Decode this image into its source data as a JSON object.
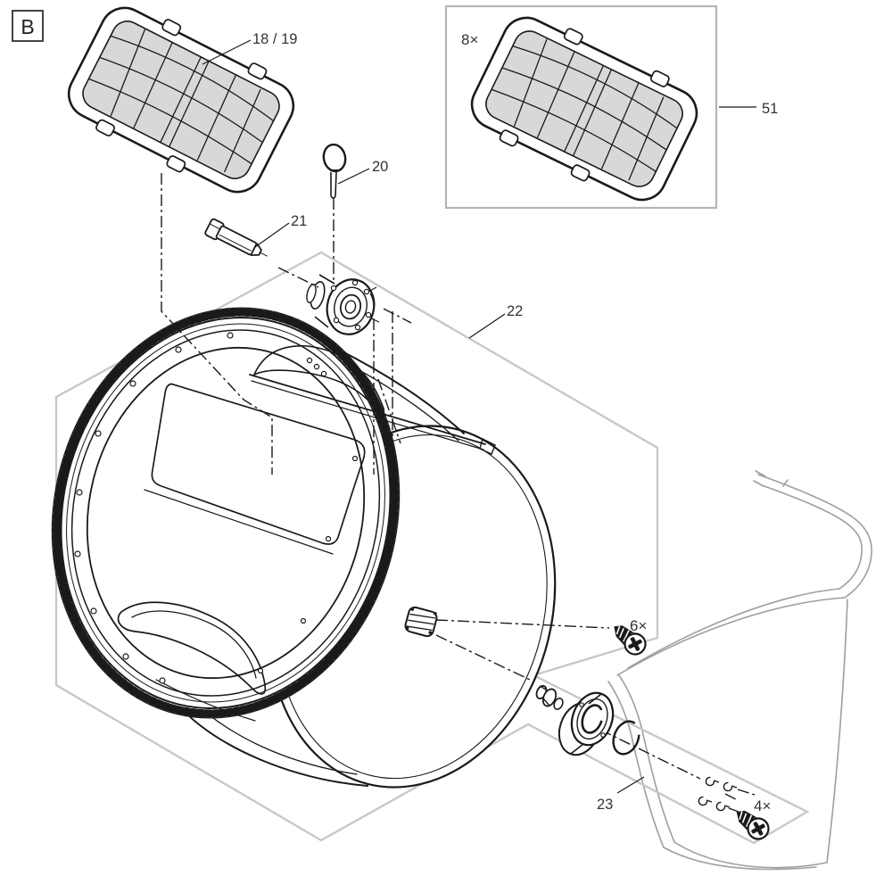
{
  "figure": {
    "section_label": "B",
    "callouts": {
      "screen_panel": "18 / 19",
      "ring_pin": "20",
      "locking_pin": "21",
      "drum_assembly": "22",
      "bearing_assembly": "23",
      "screen_pack": "51"
    },
    "quantities": {
      "screen_pack_count": "8×",
      "front_screw_count": "6×",
      "rear_screw_count": "4×"
    },
    "colors": {
      "line": "#1a1a1a",
      "label_text": "#333333",
      "mesh_fill": "#d8d8d8",
      "assembly_boundary": "#c8c8c8",
      "inset_border": "#b5b5b5",
      "tank_line": "#9aa0a3"
    }
  }
}
